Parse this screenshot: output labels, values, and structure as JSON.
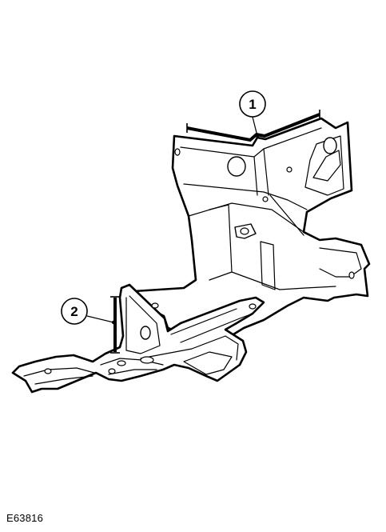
{
  "callouts": [
    {
      "label": "1"
    },
    {
      "label": "2"
    }
  ],
  "reference_code": "E63816"
}
